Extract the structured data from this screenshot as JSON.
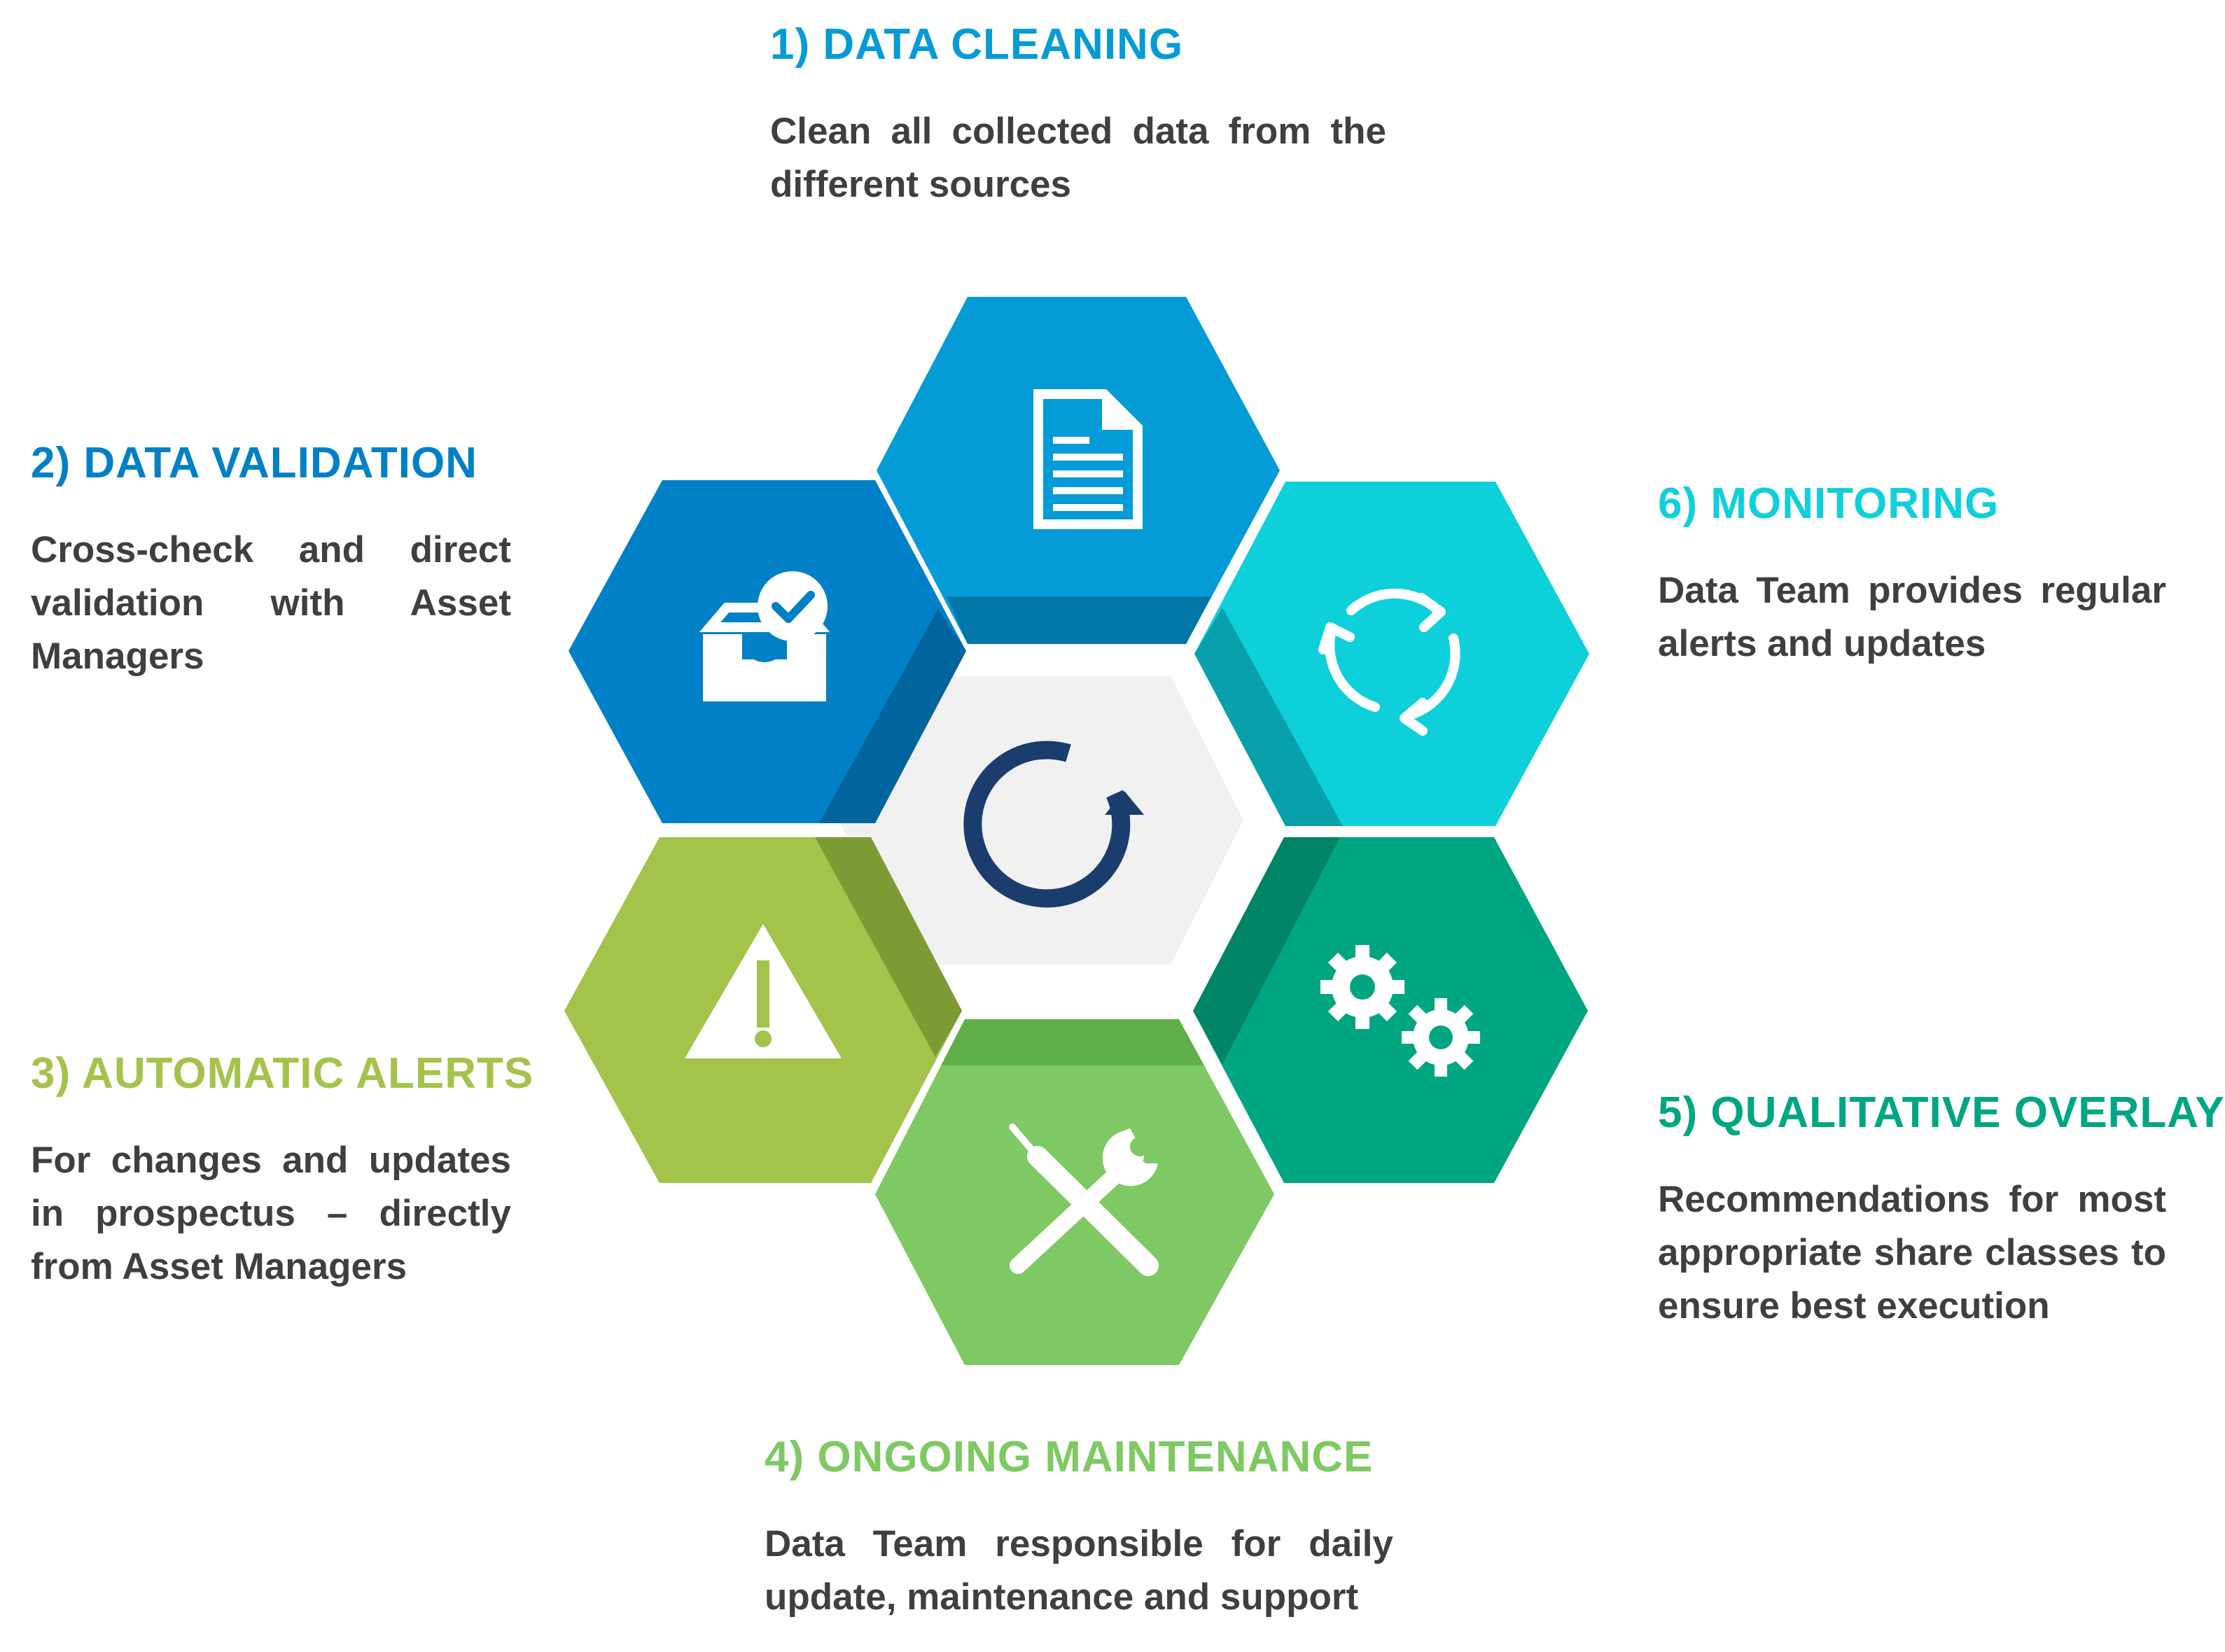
{
  "colors": {
    "step1": "#049BD6",
    "step2": "#0080C6",
    "step3": "#A4C34B",
    "step4": "#7EC963",
    "step5": "#00A582",
    "step6": "#0ED0DB",
    "center": "#F1F1F2",
    "center_icon": "#1B3D6E",
    "description_text": "#3F3F3F",
    "icon_fill": "#FFFFFF"
  },
  "steps": [
    {
      "number": "1)",
      "title": "1) DATA CLEANING",
      "description": "Clean all collected data from the different sources",
      "icon": "document-icon",
      "color": "#049BD6"
    },
    {
      "number": "2)",
      "title": "2) DATA VALIDATION",
      "description": "Cross-check and direct validation with Asset Managers",
      "icon": "inbox-check-icon",
      "color": "#0080C6"
    },
    {
      "number": "3)",
      "title": "3) AUTOMATIC ALERTS",
      "description": "For changes and updates in prospectus – directly from Asset Managers",
      "icon": "warning-icon",
      "color": "#A4C34B"
    },
    {
      "number": "4)",
      "title": "4) ONGOING MAINTENANCE",
      "description": "Data Team responsible for daily update, maintenance and support",
      "icon": "tools-icon",
      "color": "#7EC963"
    },
    {
      "number": "5)",
      "title": "5) QUALITATIVE OVERLAY",
      "description": "Recommendations for most appropriate share classes to ensure best execution",
      "icon": "gears-icon",
      "color": "#00A582"
    },
    {
      "number": "6)",
      "title": "6) MONITORING",
      "description": "Data Team provides regular alerts and updates",
      "icon": "refresh-cycle-icon",
      "color": "#0ED0DB"
    }
  ],
  "center": {
    "icon": "refresh-arrow-icon"
  }
}
